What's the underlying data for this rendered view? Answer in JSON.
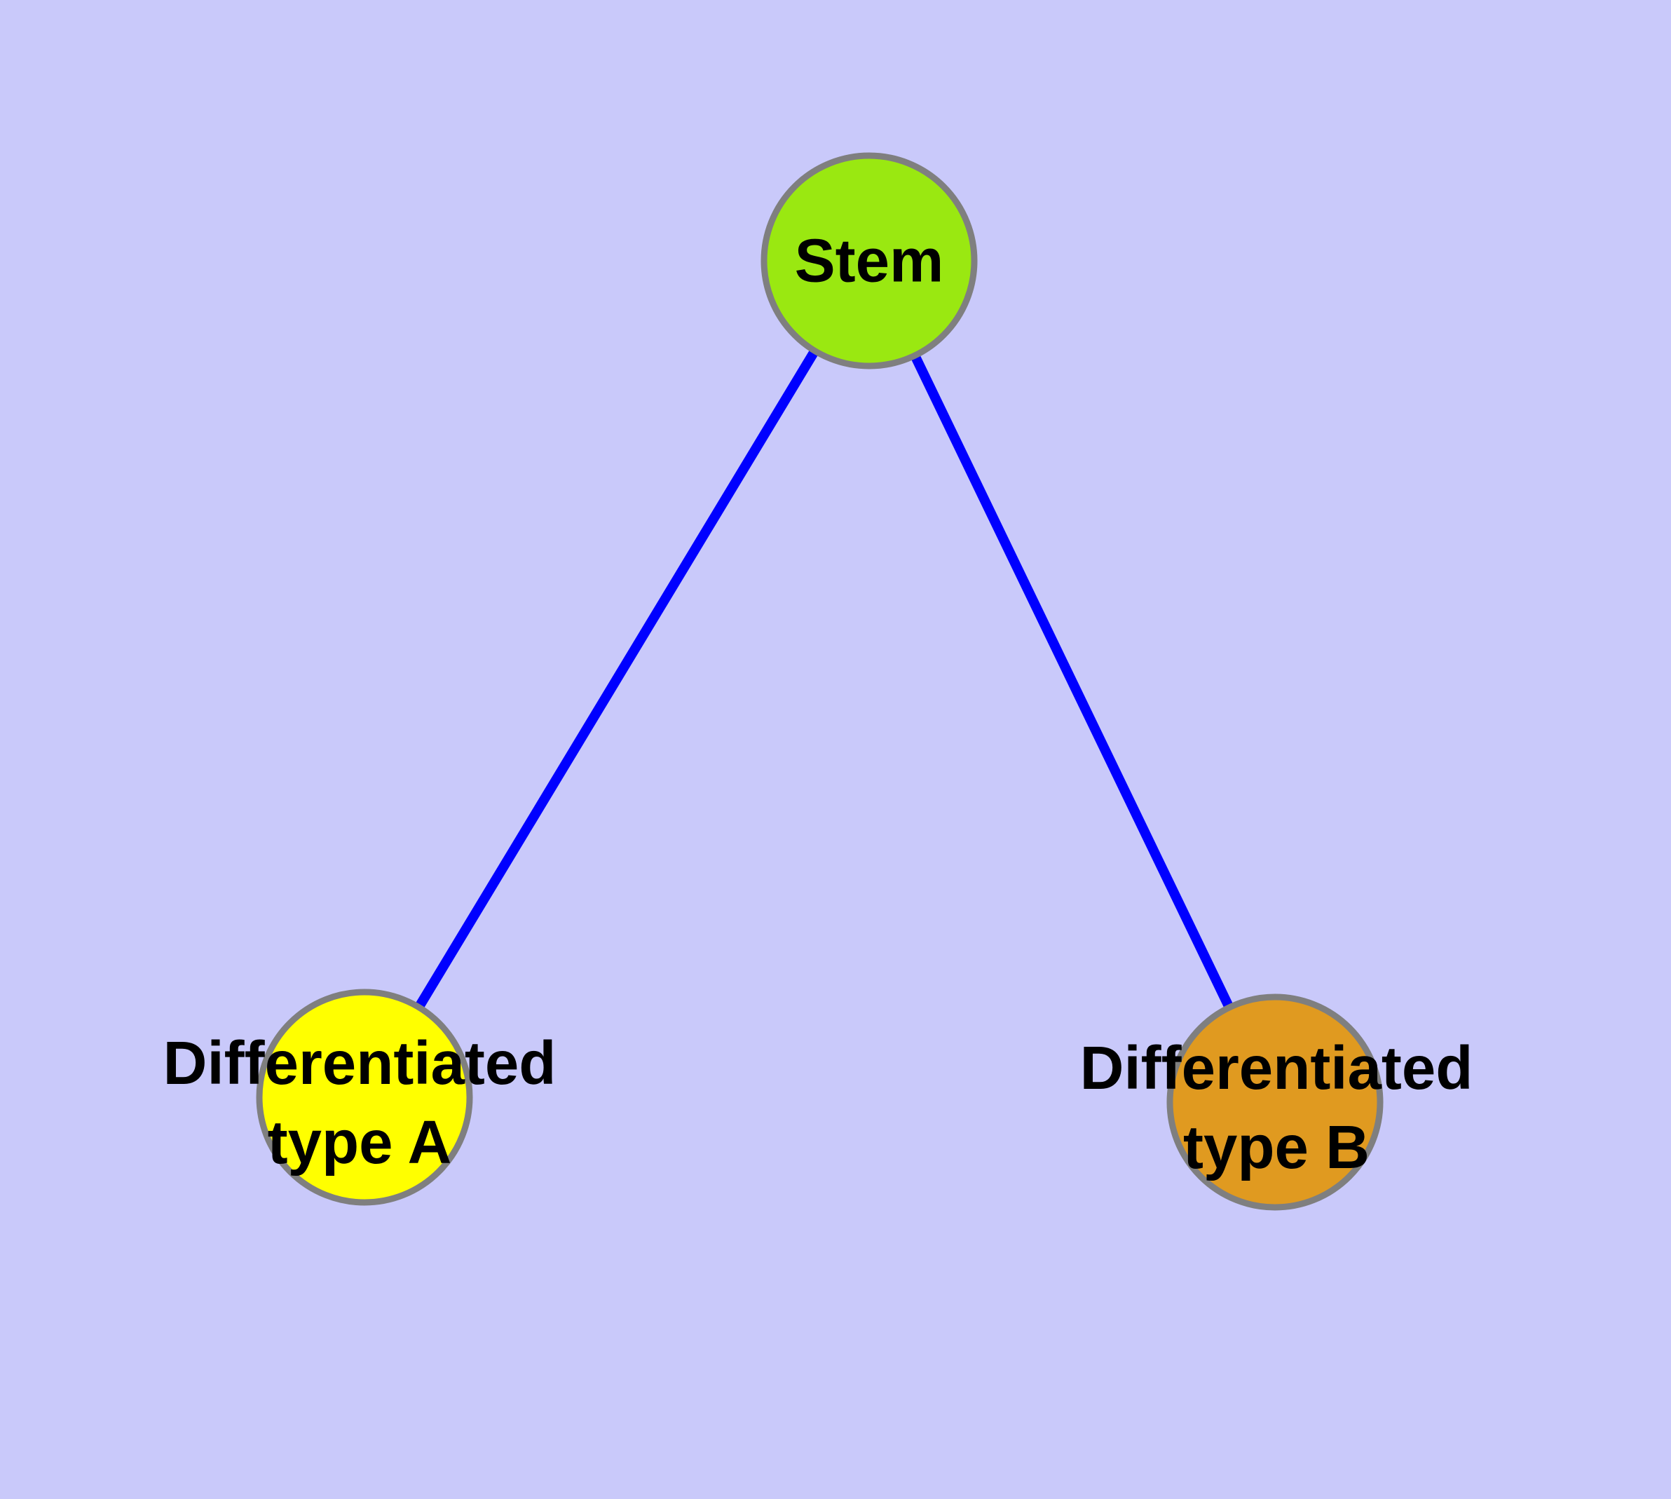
{
  "background_color": "#c9c9fa",
  "diagram": {
    "kind": "node-link tree (stem cell differentiation)",
    "colors": {
      "edge": "#0000ff",
      "node_border": "#7f7f7f",
      "label_text": "#000000"
    },
    "nodes": [
      {
        "id": "stem",
        "label": "Stem",
        "fill": "#9ae811",
        "border": "#7f7f7f"
      },
      {
        "id": "type-a",
        "label_line1": "Differentiated",
        "label_line2": "type A",
        "fill": "#ffff00",
        "border": "#7f7f7f"
      },
      {
        "id": "type-b",
        "label_line1": "Differentiated",
        "label_line2": "type B",
        "fill": "#e09a20",
        "border": "#7f7f7f"
      }
    ],
    "edges": [
      {
        "from": "stem",
        "to": "type-a",
        "color": "#0000ff"
      },
      {
        "from": "stem",
        "to": "type-b",
        "color": "#0000ff"
      }
    ]
  }
}
